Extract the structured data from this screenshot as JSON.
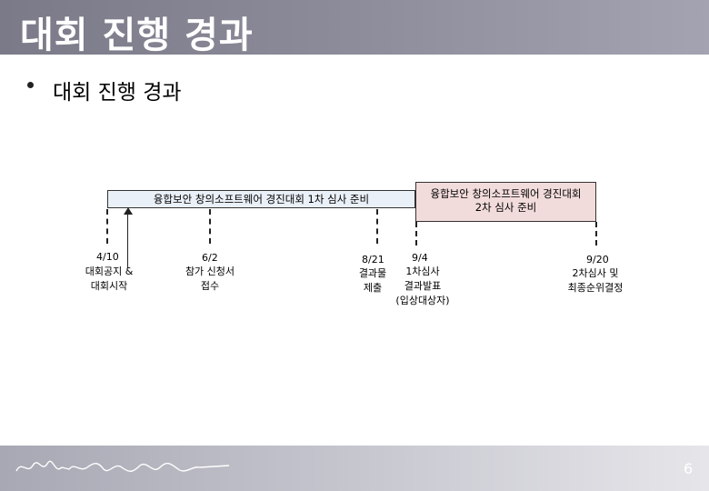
{
  "header": {
    "title": "대회 진행 경과"
  },
  "content": {
    "bullet": "대회 진행 경과"
  },
  "timeline": {
    "phase1_label": "융합보안 창의소프트웨어 경진대회 1차 심사 준비",
    "phase2_label_line1": "융합보안 창의소프트웨어 경진대회",
    "phase2_label_line2": "2차 심사 준비",
    "events": [
      {
        "date": "4/10",
        "line1": "대회공지 &",
        "line2": "대회시작"
      },
      {
        "date": "6/2",
        "line1": "참가 신청서",
        "line2": "접수"
      },
      {
        "date": "8/21",
        "line1": "결과물",
        "line2": "제출"
      },
      {
        "date": "9/4",
        "line1": "1차심사",
        "line2": "결과발표",
        "line3": "(입상대상자)"
      },
      {
        "date": "9/20",
        "line1": "2차심사 및",
        "line2": "최종순위결정"
      }
    ]
  },
  "footer": {
    "page_number": "6",
    "signature_text": "signature"
  }
}
